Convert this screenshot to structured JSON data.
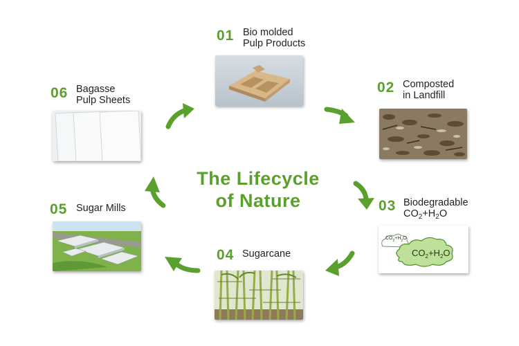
{
  "title": {
    "line1": "The Lifecycle",
    "line2": "of Nature"
  },
  "colors": {
    "accent": "#5aa02c",
    "text": "#222222",
    "cloud": "#bfe09a",
    "cloud_outline": "#4e8f2a"
  },
  "steps": [
    {
      "number": "01",
      "line1": "Bio molded",
      "line2": "Pulp Products",
      "image": "pulp-tray"
    },
    {
      "number": "02",
      "line1": "Composted",
      "line2": "in Landfill",
      "image": "compost"
    },
    {
      "number": "03",
      "line1": "Biodegradable",
      "formula": {
        "a": "CO",
        "a_sub": "2",
        "plus": "+H",
        "b_sub": "2",
        "b": "O"
      },
      "image": "co2-clouds"
    },
    {
      "number": "04",
      "line1": "Sugarcane",
      "image": "sugarcane-field"
    },
    {
      "number": "05",
      "line1": "Sugar Mills",
      "image": "sugar-mill"
    },
    {
      "number": "06",
      "line1": "Bagasse",
      "line2": "Pulp Sheets",
      "image": "pulp-sheets"
    }
  ],
  "cloud_small": {
    "a": "CO",
    "a_sub": "2",
    "plus": "+H",
    "b_sub": "2",
    "b": "O"
  },
  "cloud_big": {
    "a": "CO",
    "a_sub": "2",
    "plus": "+H",
    "b_sub": "2",
    "b": "O"
  }
}
